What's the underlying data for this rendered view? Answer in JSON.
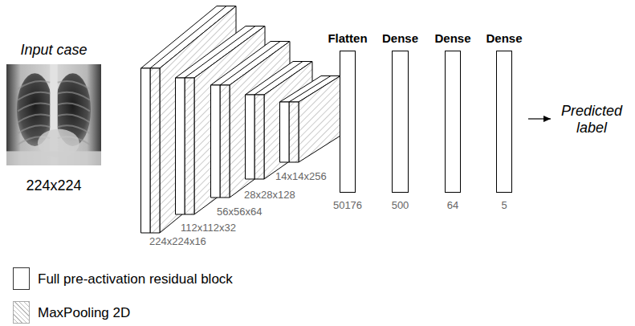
{
  "diagram": {
    "nodes": [
      {
        "text": [
          "Input case",
          "224x224"
        ]
      },
      {
        "text": [
          "224x224x16"
        ]
      },
      {
        "text": [
          "112x112x32"
        ]
      },
      {
        "text": [
          "56x56x64"
        ]
      },
      {
        "text": [
          "28x28x128"
        ]
      },
      {
        "text": [
          "14x14x256"
        ]
      },
      {
        "text": [
          "Flatten",
          "50176"
        ]
      },
      {
        "text": [
          "Dense",
          "500"
        ]
      },
      {
        "text": [
          "Dense",
          "64"
        ]
      },
      {
        "text": [
          "Dense",
          "5"
        ]
      }
    ],
    "labels": [
      "Predicted label"
    ],
    "legend": [
      {
        "text": "Full pre-activation residual block",
        "color": "#ffffff"
      },
      {
        "text": "MaxPooling 2D"
      }
    ]
  }
}
